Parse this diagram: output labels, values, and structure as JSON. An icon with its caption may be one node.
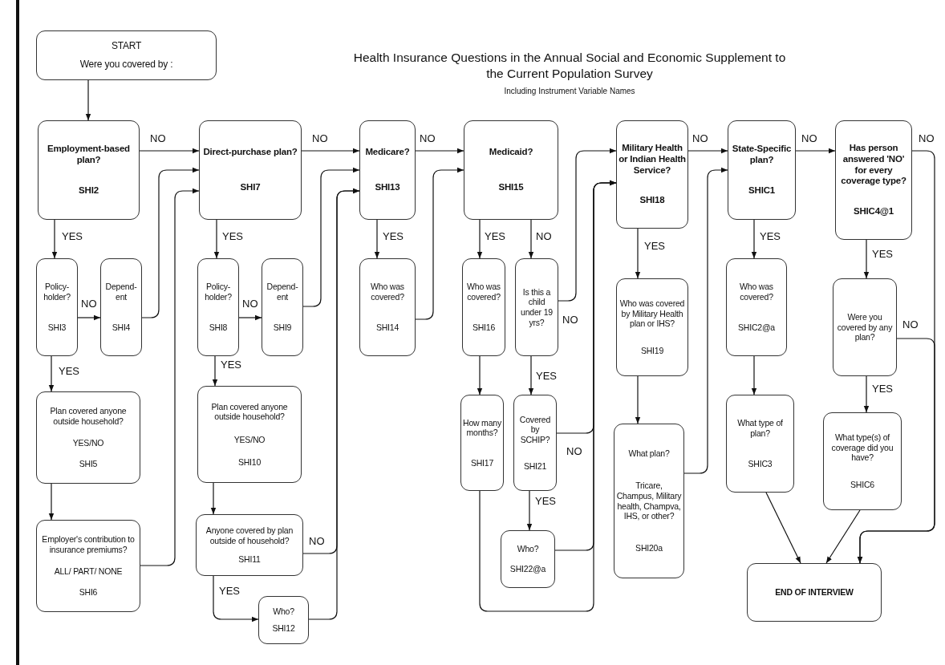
{
  "diagram": {
    "title": "Health Insurance Questions in the Annual Social and Economic Supplement to the Current Population Survey",
    "nodes": [
      {
        "text": [
          "START",
          "Were you covered by :"
        ]
      },
      {
        "text": [
          "Employment-based plan?",
          "SHI2"
        ]
      },
      {
        "text": [
          "Policy-holder?",
          "SHI3"
        ]
      },
      {
        "text": [
          "Depend-ent",
          "SHI4"
        ]
      },
      {
        "text": [
          "Plan covered anyone outside household?",
          "YES/NO",
          "SHI5"
        ]
      },
      {
        "text": [
          "Employer's contribution to insurance premiums?",
          "ALL/ PART/ NONE",
          "SHI6"
        ]
      },
      {
        "text": [
          "Direct-purchase plan?",
          "SHI7"
        ]
      },
      {
        "text": [
          "Policy-holder?",
          "SHI8"
        ]
      },
      {
        "text": [
          "Depend-ent",
          "SHI9"
        ]
      },
      {
        "text": [
          "Plan covered anyone outside household?",
          "YES/NO",
          "SHI10"
        ]
      },
      {
        "text": [
          "Anyone covered by plan outside of household?",
          "SHI11"
        ]
      },
      {
        "text": [
          "Who?",
          "SHI12"
        ]
      },
      {
        "text": [
          "Medicare?",
          "SHI13"
        ]
      },
      {
        "text": [
          "Who was covered?",
          "SHI14"
        ]
      },
      {
        "text": [
          "Medicaid?",
          "SHI15"
        ]
      },
      {
        "text": [
          "Who was covered?",
          "SHI16"
        ]
      },
      {
        "text": [
          "Is this a child under 19 yrs?"
        ]
      },
      {
        "text": [
          "How many months?",
          "SHI17"
        ]
      },
      {
        "text": [
          "Covered by SCHIP?",
          "SHI21"
        ]
      },
      {
        "text": [
          "Who?",
          "SHI22@a"
        ]
      },
      {
        "text": [
          "Military Health or Indian Health Service?",
          "SHI18"
        ]
      },
      {
        "text": [
          "Who was covered by Military Health plan or IHS?",
          "SHI19"
        ]
      },
      {
        "text": [
          "What plan?",
          "Tricare, Champus, Military health, Champva, IHS, or other?",
          "SHI20a"
        ]
      },
      {
        "text": [
          "State-Specific plan?",
          "SHIC1"
        ]
      },
      {
        "text": [
          "Who was covered?",
          "SHIC2@a"
        ]
      },
      {
        "text": [
          "What type of plan?",
          "SHIC3"
        ]
      },
      {
        "text": [
          "Has person answered 'NO' for every coverage type?",
          "SHIC4@1"
        ]
      },
      {
        "text": [
          "Were you covered by any plan?"
        ]
      },
      {
        "text": [
          "What type(s) of coverage did you have?",
          "SHIC6"
        ]
      },
      {
        "text": [
          "END OF INTERVIEW"
        ]
      }
    ],
    "edges": [
      {
        "from": 0,
        "to": 1,
        "arrow": "to"
      },
      {
        "from": 1,
        "to": 6,
        "arrow": "to",
        "label": "NO"
      },
      {
        "from": 1,
        "to": 2,
        "arrow": "to",
        "label": "YES"
      },
      {
        "from": 2,
        "to": 3,
        "arrow": "to",
        "label": "NO"
      },
      {
        "from": 2,
        "to": 4,
        "arrow": "to",
        "label": "YES"
      },
      {
        "from": 3,
        "to": 6,
        "arrow": "to"
      },
      {
        "from": 4,
        "to": 5,
        "arrow": "to"
      },
      {
        "from": 5,
        "to": 6,
        "arrow": "to"
      },
      {
        "from": 6,
        "to": 12,
        "arrow": "to",
        "label": "NO"
      },
      {
        "from": 6,
        "to": 7,
        "arrow": "to",
        "label": "YES"
      },
      {
        "from": 7,
        "to": 8,
        "arrow": "to",
        "label": "NO"
      },
      {
        "from": 7,
        "to": 9,
        "arrow": "to",
        "label": "YES"
      },
      {
        "from": 8,
        "to": 12,
        "arrow": "to"
      },
      {
        "from": 9,
        "to": 10,
        "arrow": "to"
      },
      {
        "from": 10,
        "to": 12,
        "arrow": "to",
        "label": "NO"
      },
      {
        "from": 10,
        "to": 11,
        "arrow": "to",
        "label": "YES"
      },
      {
        "from": 11,
        "to": 12,
        "arrow": "to"
      },
      {
        "from": 12,
        "to": 14,
        "arrow": "to",
        "label": "NO"
      },
      {
        "from": 12,
        "to": 13,
        "arrow": "to",
        "label": "YES"
      },
      {
        "from": 13,
        "to": 14,
        "arrow": "to"
      },
      {
        "from": 14,
        "to": 15,
        "arrow": "to",
        "label": "YES"
      },
      {
        "from": 14,
        "to": 16,
        "arrow": "to",
        "label": "NO"
      },
      {
        "from": 15,
        "to": 17,
        "arrow": "to"
      },
      {
        "from": 16,
        "to": 20,
        "arrow": "to",
        "label": "NO"
      },
      {
        "from": 16,
        "to": 18,
        "arrow": "to",
        "label": "YES"
      },
      {
        "from": 17,
        "to": 20,
        "arrow": "to"
      },
      {
        "from": 18,
        "to": 20,
        "arrow": "to",
        "label": "NO"
      },
      {
        "from": 18,
        "to": 19,
        "arrow": "to",
        "label": "YES"
      },
      {
        "from": 19,
        "to": 20,
        "arrow": "to"
      },
      {
        "from": 20,
        "to": 23,
        "arrow": "to",
        "label": "NO"
      },
      {
        "from": 20,
        "to": 21,
        "arrow": "to",
        "label": "YES"
      },
      {
        "from": 21,
        "to": 22,
        "arrow": "to"
      },
      {
        "from": 22,
        "to": 23,
        "arrow": "to"
      },
      {
        "from": 23,
        "to": 26,
        "arrow": "to",
        "label": "NO"
      },
      {
        "from": 23,
        "to": 24,
        "arrow": "to",
        "label": "YES"
      },
      {
        "from": 24,
        "to": 25,
        "arrow": "to"
      },
      {
        "from": 25,
        "to": 29,
        "arrow": "to"
      },
      {
        "from": 26,
        "to": 29,
        "arrow": "to",
        "label": "NO"
      },
      {
        "from": 26,
        "to": 27,
        "arrow": "to",
        "label": "YES"
      },
      {
        "from": 27,
        "to": 29,
        "arrow": "to",
        "label": "NO"
      },
      {
        "from": 27,
        "to": 28,
        "arrow": "to",
        "label": "YES"
      },
      {
        "from": 28,
        "to": 29,
        "arrow": "to"
      }
    ],
    "labels": [
      "Including Instrument Variable Names"
    ]
  }
}
